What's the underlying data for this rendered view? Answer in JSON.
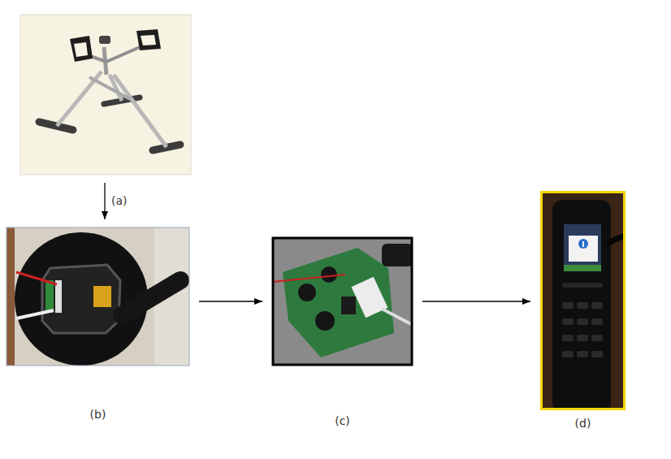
{
  "diagram": {
    "nodes": [
      {
        "text": []
      },
      {
        "text": [
          "(b)"
        ]
      },
      {
        "text": [
          "(c)"
        ]
      },
      {
        "text": [
          "(d)"
        ]
      }
    ],
    "edges": [
      {
        "from": 0,
        "to": 1,
        "arrow": "to",
        "label": "(a)"
      },
      {
        "from": 1,
        "to": 2,
        "arrow": "to"
      },
      {
        "from": 2,
        "to": 3,
        "arrow": "to"
      }
    ]
  }
}
